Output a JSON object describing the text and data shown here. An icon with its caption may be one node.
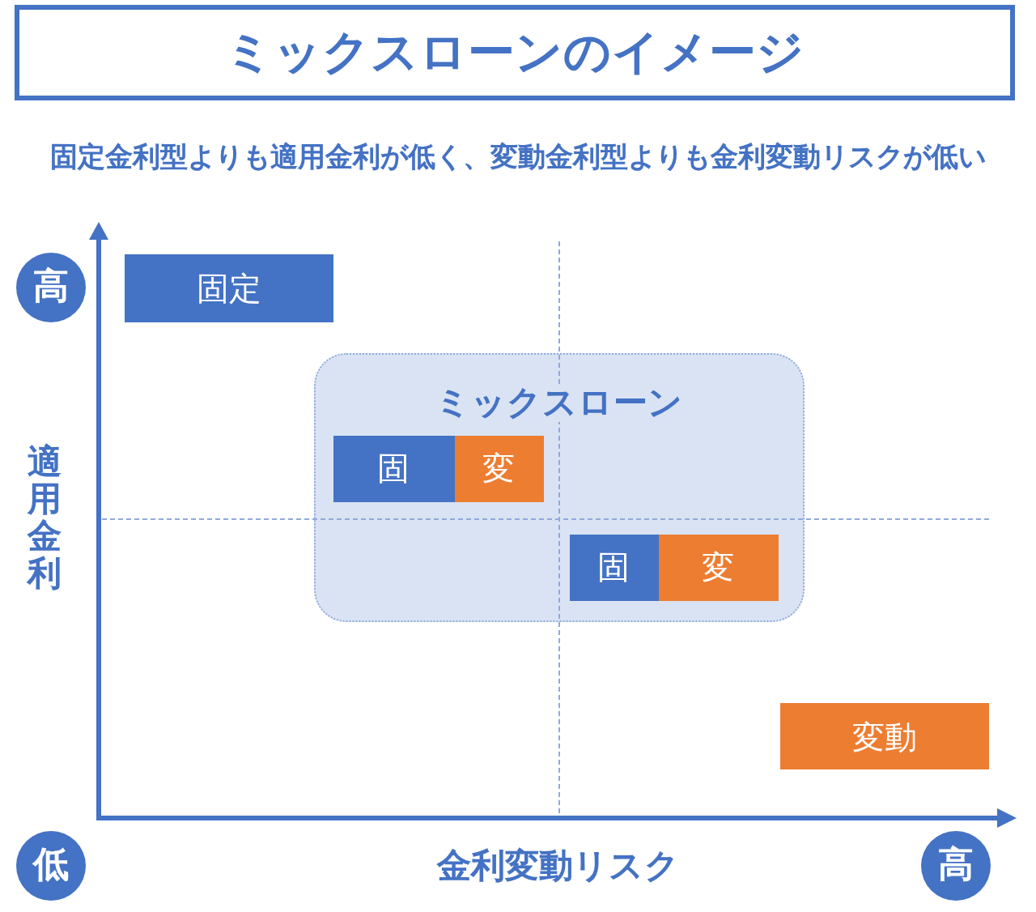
{
  "diagram": {
    "title": "ミックスローンのイメージ",
    "nodes": [
      {
        "text": [
          "高"
        ]
      },
      {
        "text": [
          "固定"
        ]
      },
      {
        "text": [
          "ミックスローン"
        ]
      },
      {
        "text": [
          "固"
        ],
        "in": 2
      },
      {
        "text": [
          "変"
        ],
        "in": 2
      },
      {
        "text": [
          "固"
        ],
        "in": 2
      },
      {
        "text": [
          "変"
        ],
        "in": 2
      },
      {
        "text": [
          "変動"
        ]
      },
      {
        "text": [
          "低"
        ]
      },
      {
        "text": [
          "高"
        ]
      }
    ],
    "labels": [
      "固定金利型よりも適用金利が低く、変動金利型よりも金利変動リスクが低い",
      "適用金利",
      "金利変動リスク"
    ]
  }
}
